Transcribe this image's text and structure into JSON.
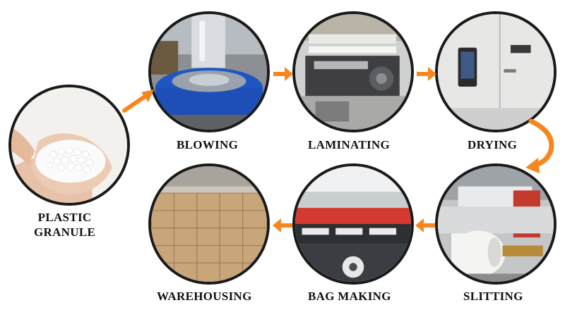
{
  "accent_color": "#f7861e",
  "steps": [
    {
      "id": "plastic-granule",
      "label_line1": "PLASTIC",
      "label_line2": "GRANULE"
    },
    {
      "id": "blowing",
      "label": "BLOWING"
    },
    {
      "id": "laminating",
      "label": "LAMINATING"
    },
    {
      "id": "drying",
      "label": "DRYING"
    },
    {
      "id": "slitting",
      "label": "SLITTING"
    },
    {
      "id": "bag-making",
      "label": "BAG MAKING"
    },
    {
      "id": "warehousing",
      "label": "WAREHOUSING"
    }
  ]
}
